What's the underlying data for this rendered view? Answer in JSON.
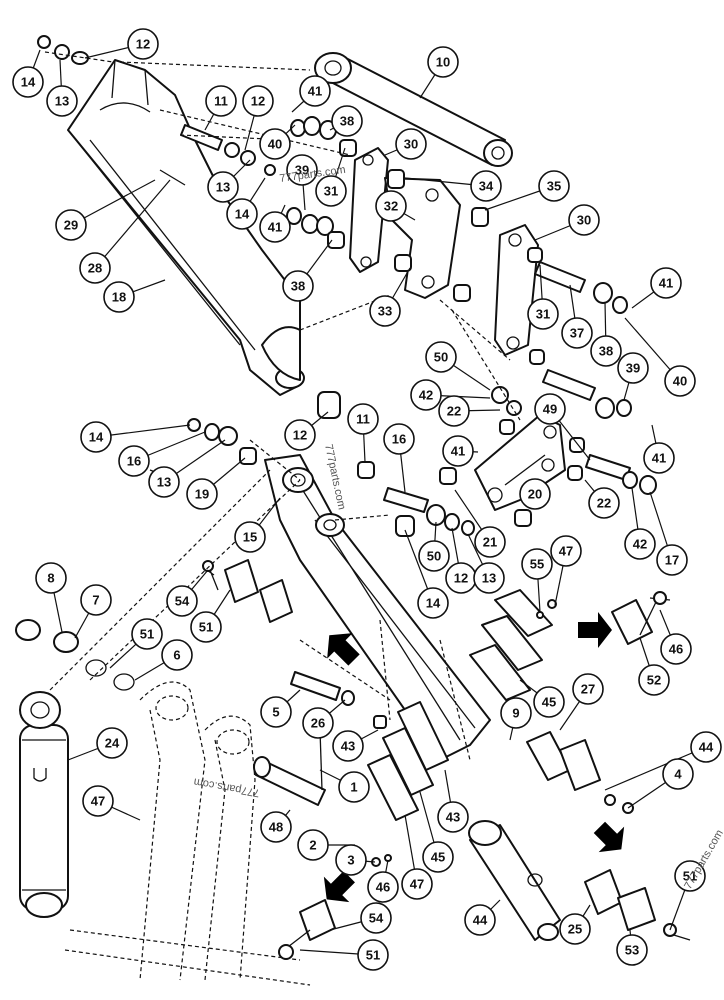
{
  "diagram": {
    "type": "exploded parts diagram",
    "watermarks": [
      "777parts.com",
      "777parts.com",
      "777parts.com",
      "777parts.com"
    ],
    "colors": {
      "line": "#111111",
      "background": "#ffffff",
      "arrow": "#000000"
    },
    "callouts": [
      "14",
      "13",
      "12",
      "10",
      "11",
      "12",
      "41",
      "38",
      "30",
      "40",
      "39",
      "31",
      "34",
      "35",
      "13",
      "14",
      "29",
      "28",
      "32",
      "41",
      "30",
      "18",
      "38",
      "33",
      "31",
      "37",
      "41",
      "38",
      "40",
      "39",
      "50",
      "42",
      "22",
      "41",
      "49",
      "14",
      "16",
      "13",
      "19",
      "12",
      "11",
      "16",
      "41",
      "22",
      "20",
      "15",
      "21",
      "42",
      "50",
      "12",
      "13",
      "14",
      "17",
      "8",
      "7",
      "54",
      "51",
      "55",
      "47",
      "46",
      "52",
      "51",
      "6",
      "5",
      "26",
      "27",
      "45",
      "43",
      "24",
      "9",
      "44",
      "47",
      "1",
      "4",
      "48",
      "2",
      "3",
      "46",
      "47",
      "45",
      "43",
      "44",
      "25",
      "53",
      "51",
      "54",
      "51",
      "52"
    ]
  }
}
